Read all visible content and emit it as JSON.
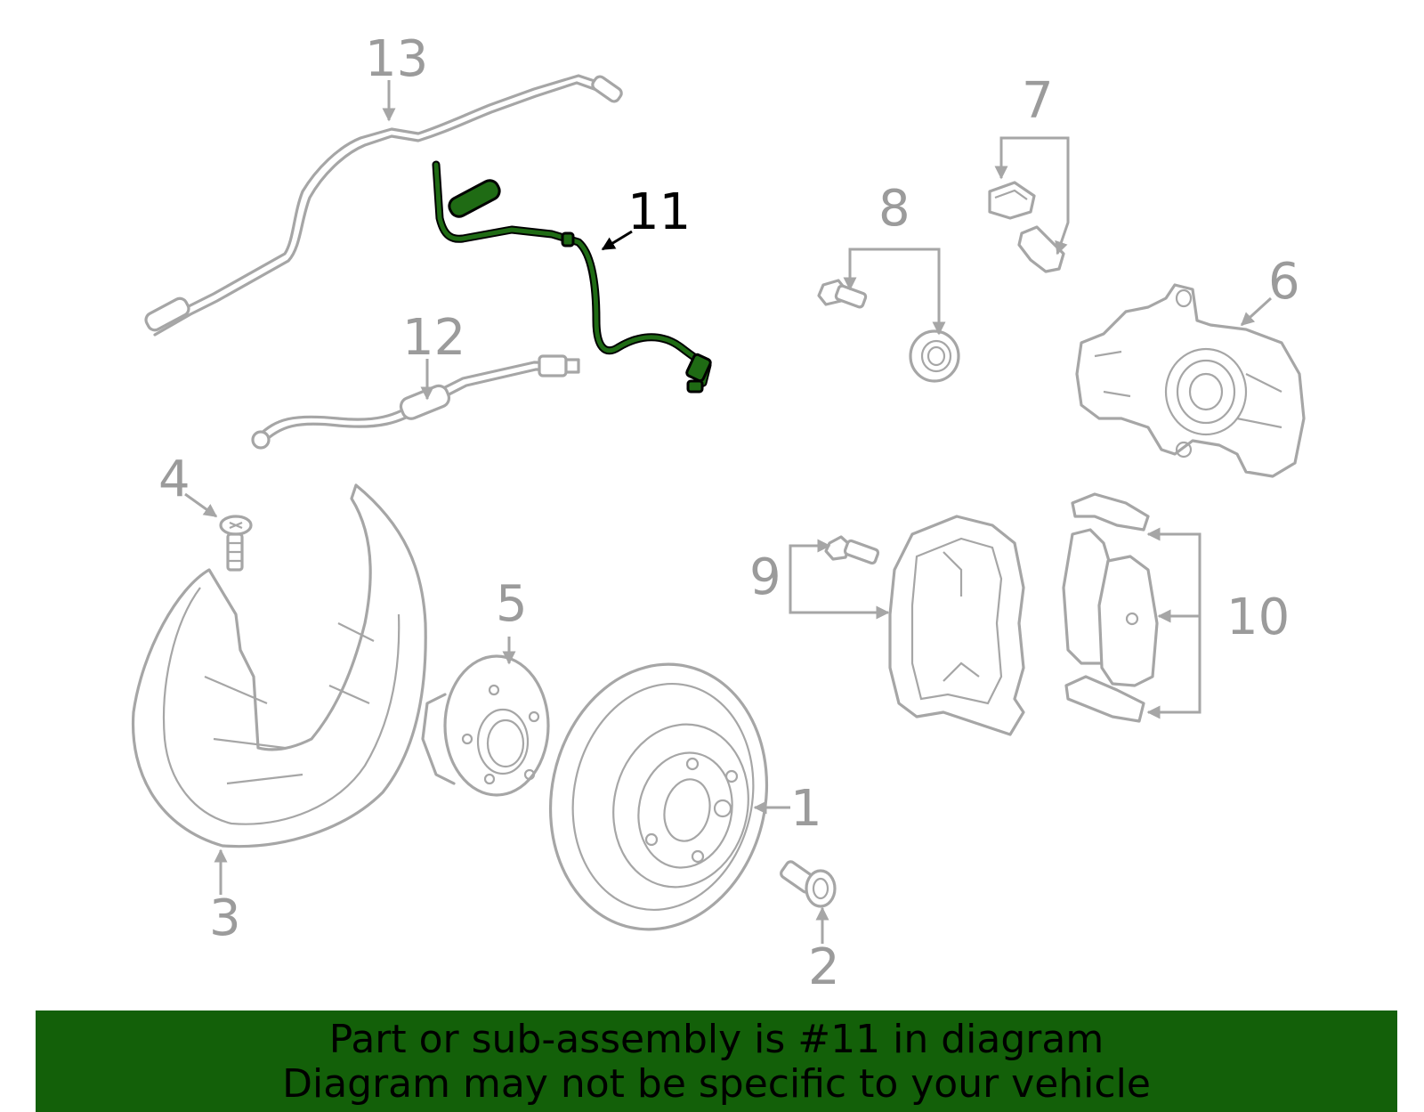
{
  "diagram": {
    "callouts": [
      "1",
      "2",
      "3",
      "4",
      "5",
      "6",
      "7",
      "8",
      "9",
      "10",
      "11",
      "12",
      "13"
    ],
    "highlighted_part": "11",
    "colors": {
      "part_lines": "#a6a6a6",
      "highlight": "#1f6b14",
      "banner": "#136009"
    }
  },
  "banner": {
    "line1": "Part or sub-assembly is #11 in diagram",
    "line2": "Diagram may not be specific to your vehicle"
  }
}
